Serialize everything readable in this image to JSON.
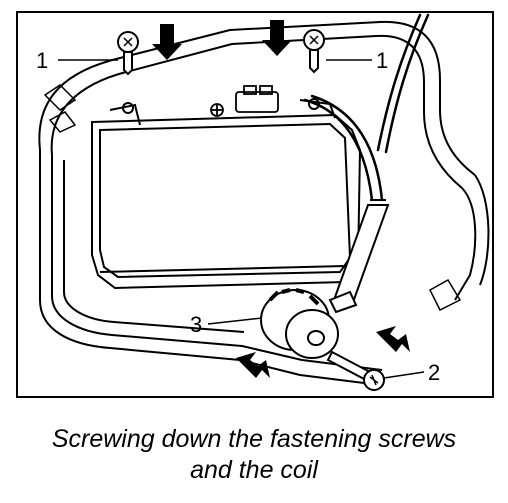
{
  "figure": {
    "callouts": {
      "screw_left": "1",
      "screw_right": "1",
      "screw_bottom": "2",
      "coil": "3"
    }
  },
  "caption": {
    "line1": "Screwing down the fastening screws",
    "line2": "and the coil"
  }
}
